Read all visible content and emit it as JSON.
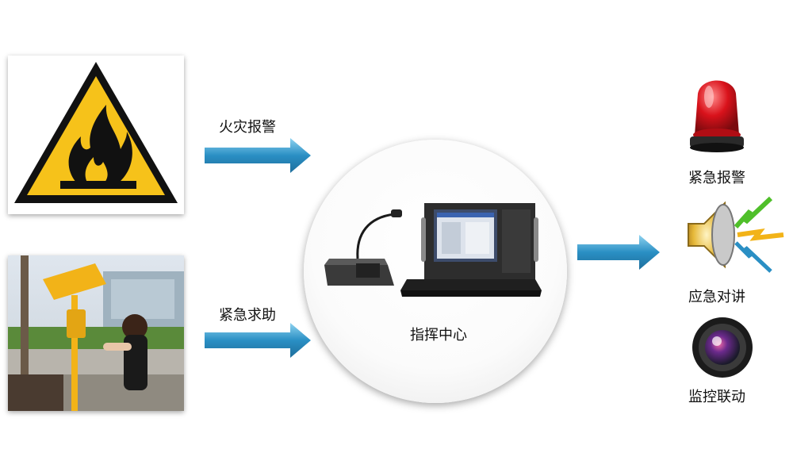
{
  "inputs": {
    "fire_label": "火灾报警",
    "sos_label": "紧急求助"
  },
  "hub": {
    "label": "指挥中心"
  },
  "outputs": {
    "alarm_label": "紧急报警",
    "intercom_label": "应急对讲",
    "monitor_label": "监控联动"
  },
  "icons": {
    "fire": "fire-warning-sign-icon",
    "sos": "emergency-call-pillar-photo",
    "console": "command-console-icon",
    "alarm": "red-beacon-icon",
    "intercom": "speaker-icon",
    "monitor": "camera-lens-icon"
  },
  "colors": {
    "arrow": "#2a8fc4",
    "warning_yellow": "#f6c21a",
    "beacon_red": "#d9121b"
  }
}
